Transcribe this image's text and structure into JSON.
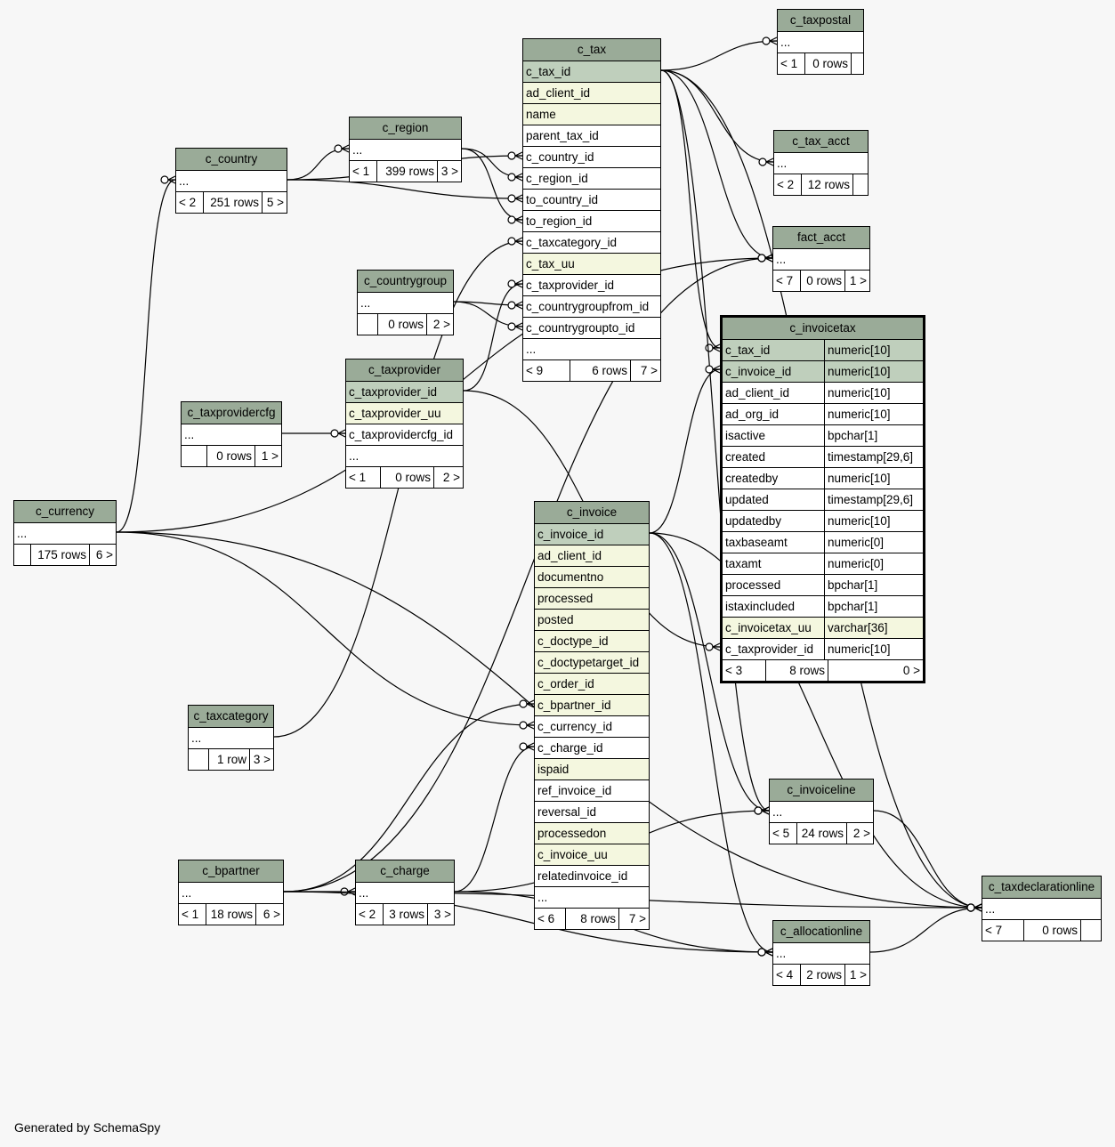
{
  "footer": "Generated by SchemaSpy",
  "tables": [
    {
      "id": "c_tax",
      "title": "c_tax",
      "columns": [
        {
          "name": "c_tax_id",
          "kind": "pk"
        },
        {
          "name": "ad_client_id",
          "kind": "idx"
        },
        {
          "name": "name",
          "kind": "idx"
        },
        {
          "name": "parent_tax_id"
        },
        {
          "name": "c_country_id"
        },
        {
          "name": "c_region_id"
        },
        {
          "name": "to_country_id"
        },
        {
          "name": "to_region_id"
        },
        {
          "name": "c_taxcategory_id"
        },
        {
          "name": "c_tax_uu",
          "kind": "idx"
        },
        {
          "name": "c_taxprovider_id"
        },
        {
          "name": "c_countrygroupfrom_id"
        },
        {
          "name": "c_countrygroupto_id"
        },
        {
          "name": "..."
        }
      ],
      "footer": [
        "< 9",
        "6 rows",
        "7 >"
      ]
    },
    {
      "id": "c_taxpostal",
      "title": "c_taxpostal",
      "columns": [
        {
          "name": "..."
        }
      ],
      "footer": [
        "< 1",
        "0 rows",
        ""
      ]
    },
    {
      "id": "c_tax_acct",
      "title": "c_tax_acct",
      "columns": [
        {
          "name": "..."
        }
      ],
      "footer": [
        "< 2",
        "12 rows",
        ""
      ]
    },
    {
      "id": "fact_acct",
      "title": "fact_acct",
      "columns": [
        {
          "name": "..."
        }
      ],
      "footer": [
        "< 7",
        "0 rows",
        "1 >"
      ]
    },
    {
      "id": "c_region",
      "title": "c_region",
      "columns": [
        {
          "name": "..."
        }
      ],
      "footer": [
        "< 1",
        "399 rows",
        "3 >"
      ]
    },
    {
      "id": "c_country",
      "title": "c_country",
      "columns": [
        {
          "name": "..."
        }
      ],
      "footer": [
        "< 2",
        "251 rows",
        "5 >"
      ]
    },
    {
      "id": "c_countrygroup",
      "title": "c_countrygroup",
      "columns": [
        {
          "name": "..."
        }
      ],
      "footer": [
        "",
        "0 rows",
        "2 >"
      ]
    },
    {
      "id": "c_taxprovider",
      "title": "c_taxprovider",
      "columns": [
        {
          "name": "c_taxprovider_id",
          "kind": "pk"
        },
        {
          "name": "c_taxprovider_uu",
          "kind": "idx"
        },
        {
          "name": "c_taxprovidercfg_id"
        },
        {
          "name": "..."
        }
      ],
      "footer": [
        "< 1",
        "0 rows",
        "2 >"
      ]
    },
    {
      "id": "c_taxprovidercfg",
      "title": "c_taxprovidercfg",
      "columns": [
        {
          "name": "..."
        }
      ],
      "footer": [
        "",
        "0 rows",
        "1 >"
      ]
    },
    {
      "id": "c_invoicetax",
      "title": "c_invoicetax",
      "focus": true,
      "columns": [
        {
          "name": "c_tax_id",
          "type": "numeric[10]",
          "kind": "pk"
        },
        {
          "name": "c_invoice_id",
          "type": "numeric[10]",
          "kind": "pk"
        },
        {
          "name": "ad_client_id",
          "type": "numeric[10]"
        },
        {
          "name": "ad_org_id",
          "type": "numeric[10]"
        },
        {
          "name": "isactive",
          "type": "bpchar[1]"
        },
        {
          "name": "created",
          "type": "timestamp[29,6]"
        },
        {
          "name": "createdby",
          "type": "numeric[10]"
        },
        {
          "name": "updated",
          "type": "timestamp[29,6]"
        },
        {
          "name": "updatedby",
          "type": "numeric[10]"
        },
        {
          "name": "taxbaseamt",
          "type": "numeric[0]"
        },
        {
          "name": "taxamt",
          "type": "numeric[0]"
        },
        {
          "name": "processed",
          "type": "bpchar[1]"
        },
        {
          "name": "istaxincluded",
          "type": "bpchar[1]"
        },
        {
          "name": "c_invoicetax_uu",
          "type": "varchar[36]",
          "kind": "idx"
        },
        {
          "name": "c_taxprovider_id",
          "type": "numeric[10]"
        }
      ],
      "footer": [
        "< 3",
        "8 rows",
        "0 >"
      ]
    },
    {
      "id": "c_currency",
      "title": "c_currency",
      "columns": [
        {
          "name": "..."
        }
      ],
      "footer": [
        "",
        "175 rows",
        "6 >"
      ]
    },
    {
      "id": "c_invoice",
      "title": "c_invoice",
      "columns": [
        {
          "name": "c_invoice_id",
          "kind": "pk"
        },
        {
          "name": "ad_client_id",
          "kind": "idx"
        },
        {
          "name": "documentno",
          "kind": "idx"
        },
        {
          "name": "processed",
          "kind": "idx"
        },
        {
          "name": "posted",
          "kind": "idx"
        },
        {
          "name": "c_doctype_id",
          "kind": "idx"
        },
        {
          "name": "c_doctypetarget_id",
          "kind": "idx"
        },
        {
          "name": "c_order_id",
          "kind": "idx"
        },
        {
          "name": "c_bpartner_id",
          "kind": "idx"
        },
        {
          "name": "c_currency_id"
        },
        {
          "name": "c_charge_id"
        },
        {
          "name": "ispaid",
          "kind": "idx"
        },
        {
          "name": "ref_invoice_id"
        },
        {
          "name": "reversal_id"
        },
        {
          "name": "processedon",
          "kind": "idx"
        },
        {
          "name": "c_invoice_uu",
          "kind": "idx"
        },
        {
          "name": "relatedinvoice_id"
        },
        {
          "name": "..."
        }
      ],
      "footer": [
        "< 6",
        "8 rows",
        "7 >"
      ]
    },
    {
      "id": "c_taxcategory",
      "title": "c_taxcategory",
      "columns": [
        {
          "name": "..."
        }
      ],
      "footer": [
        "",
        "1 row",
        "3 >"
      ]
    },
    {
      "id": "c_bpartner",
      "title": "c_bpartner",
      "columns": [
        {
          "name": "..."
        }
      ],
      "footer": [
        "< 1",
        "18 rows",
        "6 >"
      ]
    },
    {
      "id": "c_charge",
      "title": "c_charge",
      "columns": [
        {
          "name": "..."
        }
      ],
      "footer": [
        "< 2",
        "3 rows",
        "3 >"
      ]
    },
    {
      "id": "c_invoiceline",
      "title": "c_invoiceline",
      "columns": [
        {
          "name": "..."
        }
      ],
      "footer": [
        "< 5",
        "24 rows",
        "2 >"
      ]
    },
    {
      "id": "c_allocationline",
      "title": "c_allocationline",
      "columns": [
        {
          "name": "..."
        }
      ],
      "footer": [
        "< 4",
        "2 rows",
        "1 >"
      ]
    },
    {
      "id": "c_taxdeclarationline",
      "title": "c_taxdeclarationline",
      "columns": [
        {
          "name": "..."
        }
      ],
      "footer": [
        "< 7",
        "0 rows",
        ""
      ]
    }
  ],
  "relationships": [
    {
      "from": "c_country",
      "to": "c_region"
    },
    {
      "from": "c_country",
      "to": "c_tax.c_country_id"
    },
    {
      "from": "c_country",
      "to": "c_tax.to_country_id"
    },
    {
      "from": "c_region",
      "to": "c_tax.c_region_id"
    },
    {
      "from": "c_region",
      "to": "c_tax.to_region_id"
    },
    {
      "from": "c_taxcategory",
      "to": "c_tax.c_taxcategory_id"
    },
    {
      "from": "c_taxprovider",
      "to": "c_tax.c_taxprovider_id"
    },
    {
      "from": "c_countrygroup",
      "to": "c_tax.c_countrygroupfrom_id"
    },
    {
      "from": "c_countrygroup",
      "to": "c_tax.c_countrygroupto_id"
    },
    {
      "from": "c_taxprovidercfg",
      "to": "c_taxprovider.c_taxprovidercfg_id"
    },
    {
      "from": "c_currency",
      "to": "c_country"
    },
    {
      "from": "c_tax",
      "to": "c_taxpostal"
    },
    {
      "from": "c_tax",
      "to": "c_tax_acct"
    },
    {
      "from": "c_tax",
      "to": "fact_acct"
    },
    {
      "from": "c_tax",
      "to": "c_invoicetax.c_tax_id"
    },
    {
      "from": "c_tax",
      "to": "c_invoiceline"
    },
    {
      "from": "c_tax",
      "to": "c_taxdeclarationline"
    },
    {
      "from": "c_invoice",
      "to": "c_invoicetax.c_invoice_id"
    },
    {
      "from": "c_invoice",
      "to": "c_invoiceline"
    },
    {
      "from": "c_invoice",
      "to": "c_allocationline"
    },
    {
      "from": "c_invoice",
      "to": "c_taxdeclarationline"
    },
    {
      "from": "c_taxprovider",
      "to": "c_invoicetax.c_taxprovider_id"
    },
    {
      "from": "c_currency",
      "to": "c_invoice.c_currency_id"
    },
    {
      "from": "c_currency",
      "to": "fact_acct"
    },
    {
      "from": "c_currency",
      "to": "c_taxdeclarationline"
    },
    {
      "from": "c_bpartner",
      "to": "c_invoice.c_bpartner_id"
    },
    {
      "from": "c_bpartner",
      "to": "c_charge"
    },
    {
      "from": "c_bpartner",
      "to": "c_allocationline"
    },
    {
      "from": "c_bpartner",
      "to": "c_taxdeclarationline"
    },
    {
      "from": "c_bpartner",
      "to": "fact_acct"
    },
    {
      "from": "c_charge",
      "to": "c_invoice.c_charge_id"
    },
    {
      "from": "c_charge",
      "to": "c_invoiceline"
    },
    {
      "from": "c_charge",
      "to": "c_allocationline"
    },
    {
      "from": "c_invoiceline",
      "to": "c_taxdeclarationline"
    },
    {
      "from": "c_allocationline",
      "to": "c_taxdeclarationline"
    }
  ]
}
